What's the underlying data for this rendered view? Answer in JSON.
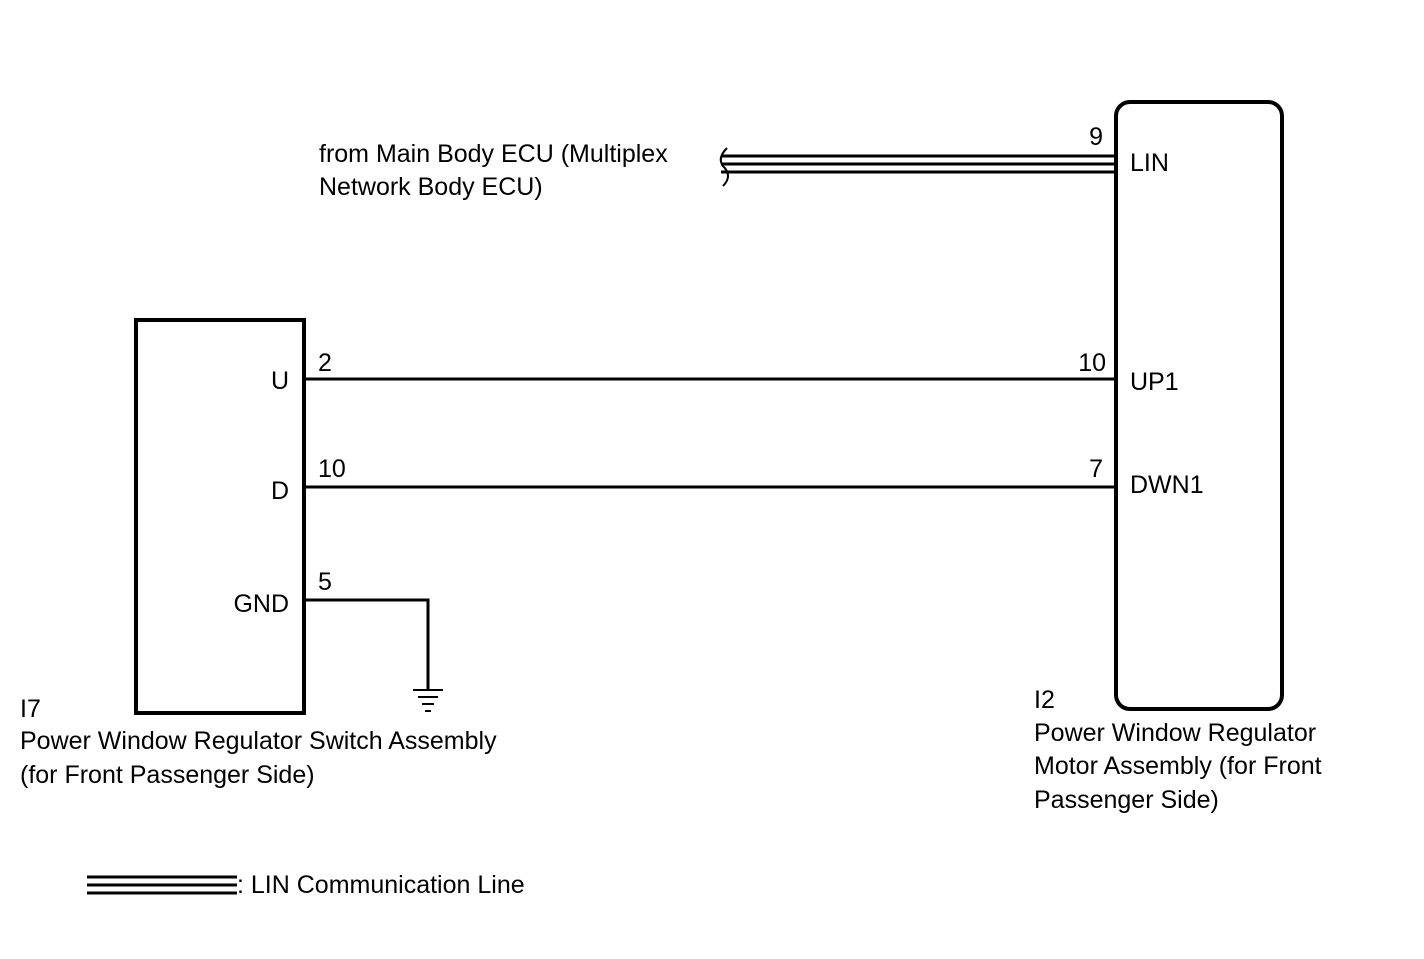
{
  "source": {
    "line1": "from Main Body ECU (Multiplex",
    "line2": "Network Body ECU)"
  },
  "switch_assembly": {
    "code": "I7",
    "name_line1": "Power Window Regulator Switch Assembly",
    "name_line2": "(for Front Passenger Side)",
    "terminals": [
      {
        "label": "U",
        "pin": "2"
      },
      {
        "label": "D",
        "pin": "10"
      },
      {
        "label": "GND",
        "pin": "5"
      }
    ]
  },
  "motor_assembly": {
    "code": "I2",
    "name_line1": "Power Window Regulator",
    "name_line2": "Motor Assembly (for Front",
    "name_line3": "Passenger Side)",
    "terminals": [
      {
        "label": "LIN",
        "pin": "9"
      },
      {
        "label": "UP1",
        "pin": "10"
      },
      {
        "label": "DWN1",
        "pin": "7"
      }
    ]
  },
  "legend": {
    "label": ": LIN Communication Line"
  },
  "colors": {
    "line": "#000000",
    "background": "#ffffff"
  }
}
